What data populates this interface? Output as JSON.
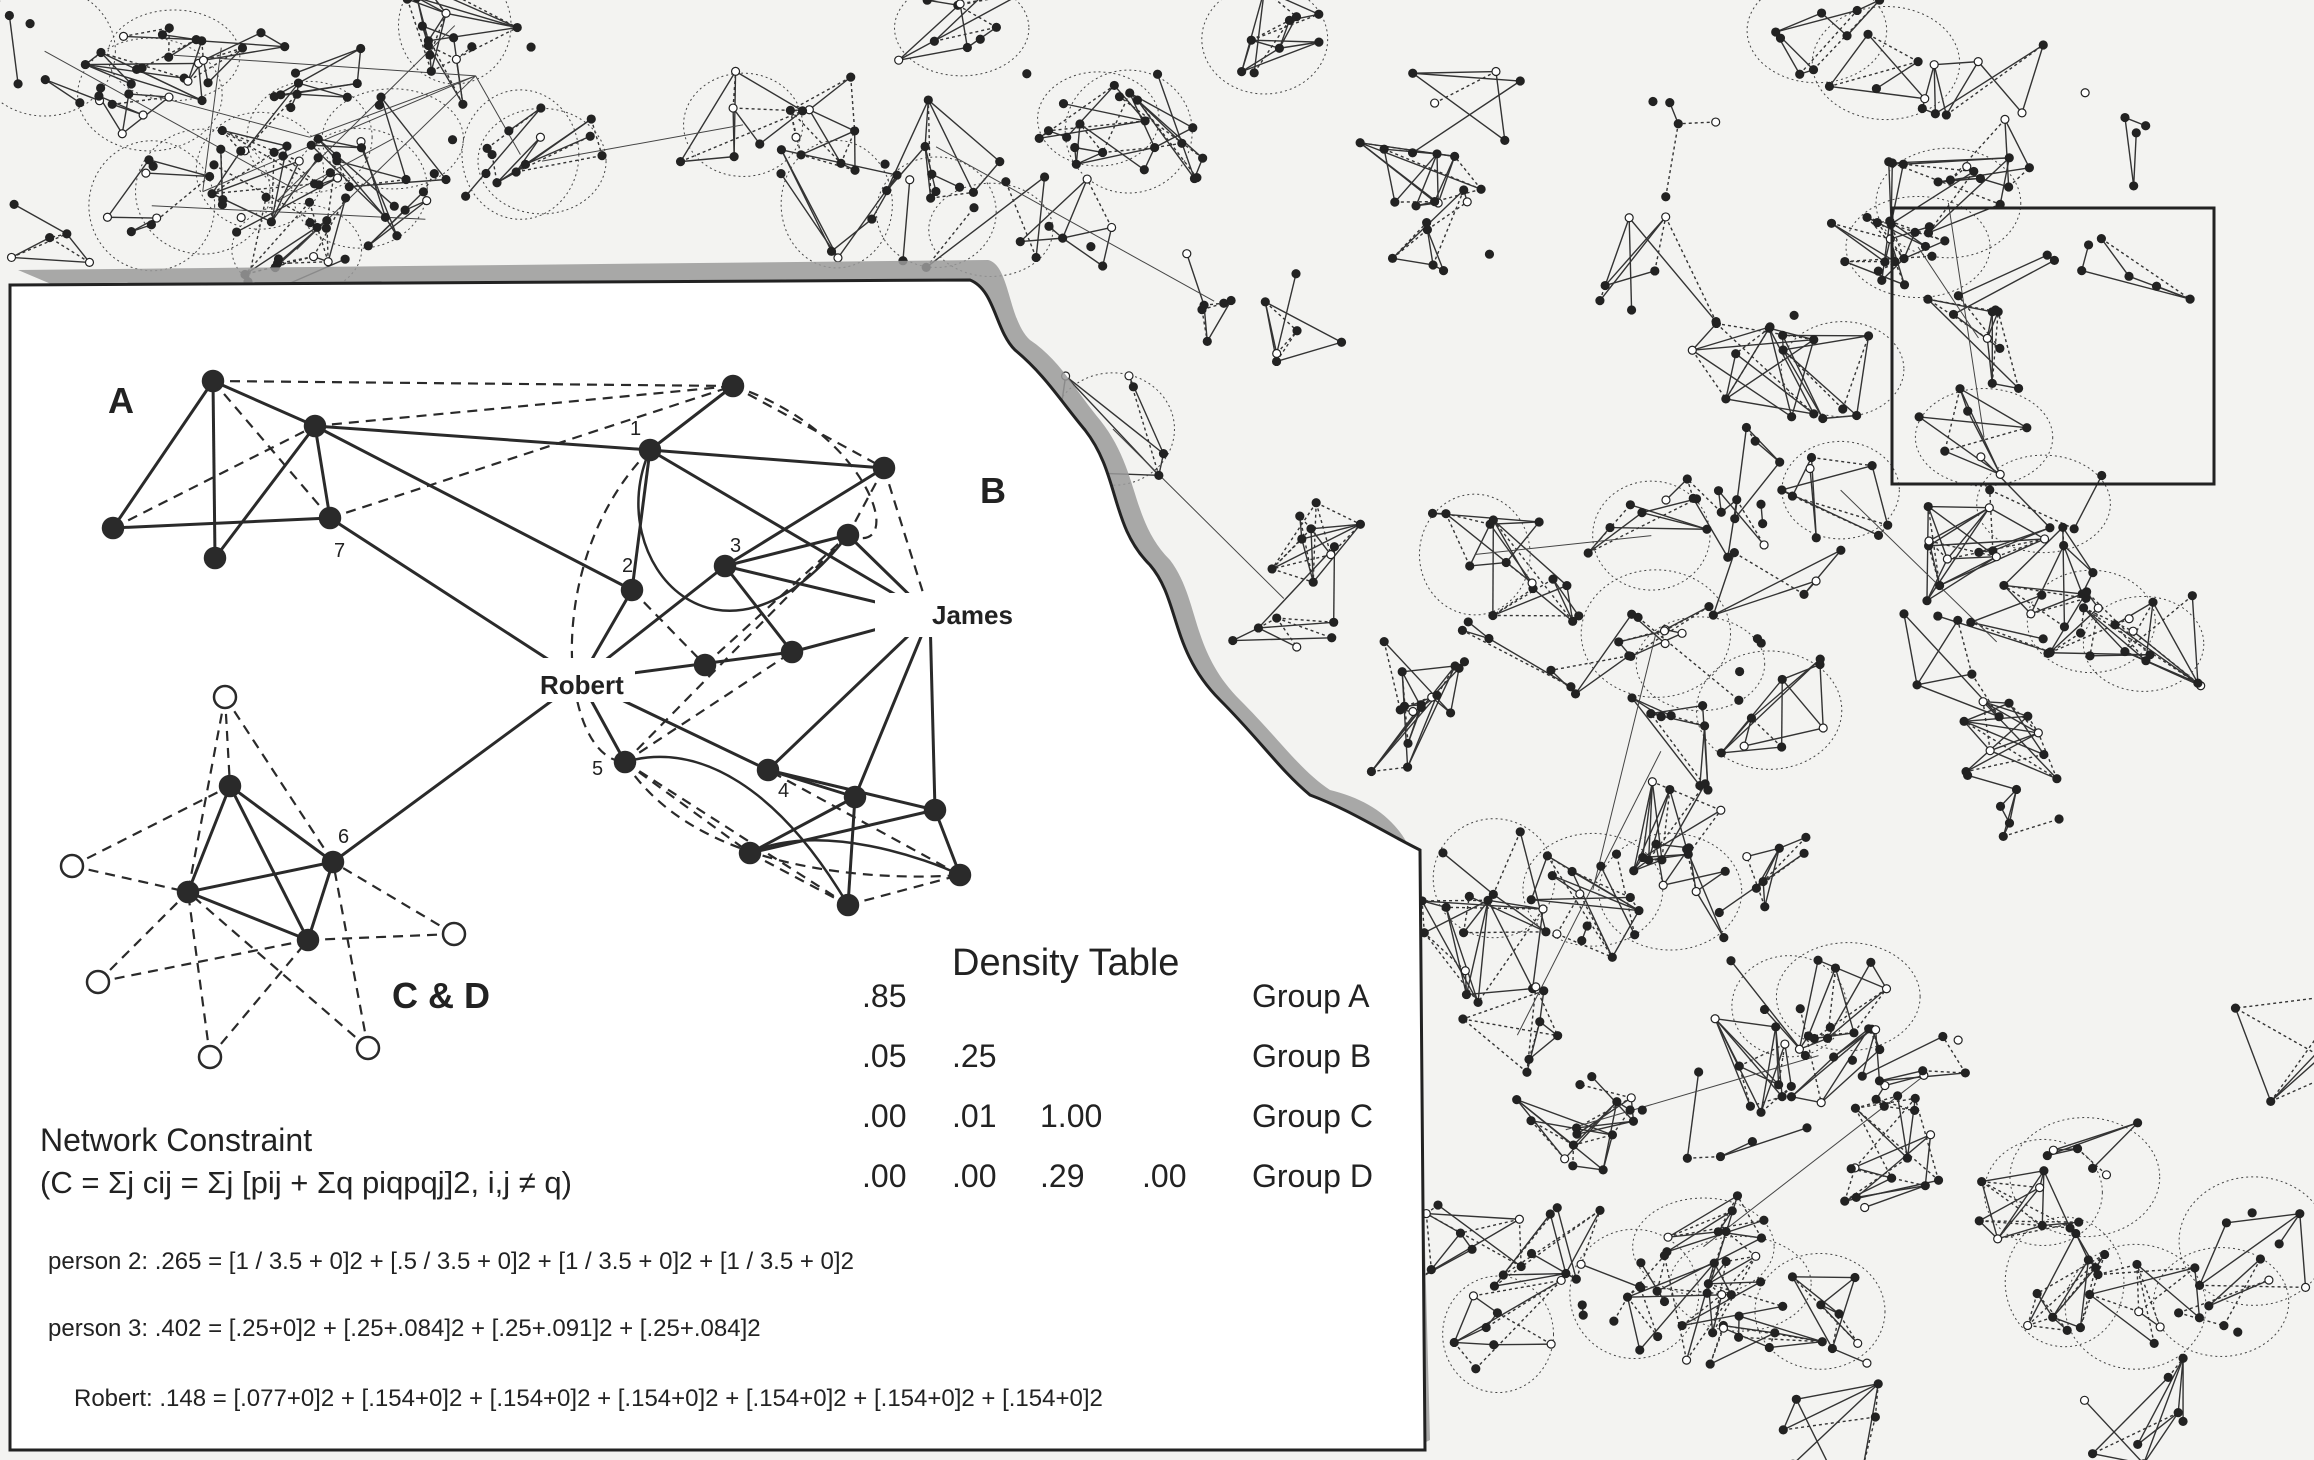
{
  "groups": {
    "a": "A",
    "b": "B",
    "cd": "C & D"
  },
  "nodes": {
    "n1": "1",
    "n2": "2",
    "n3": "3",
    "n4": "4",
    "n5": "5",
    "n6": "6",
    "n7": "7"
  },
  "names": {
    "robert": "Robert",
    "james": "James"
  },
  "density_table": {
    "title": "Density Table",
    "rows": [
      {
        "label": "Group A",
        "cells": [
          ".85"
        ]
      },
      {
        "label": "Group B",
        "cells": [
          ".05",
          ".25"
        ]
      },
      {
        "label": "Group C",
        "cells": [
          ".00",
          ".01",
          "1.00"
        ]
      },
      {
        "label": "Group D",
        "cells": [
          ".00",
          ".00",
          ".29",
          ".00"
        ]
      }
    ]
  },
  "network_constraint": {
    "title": "Network Constraint",
    "formula": "(C = Σj cij = Σj [pij + Σq piqpqj]2, i,j ≠ q)",
    "rows": [
      {
        "label": "person 2:",
        "expr": ".265 = [1 / 3.5 + 0]2 + [.5 / 3.5 + 0]2 + [1 / 3.5 + 0]2 + [1 / 3.5 + 0]2"
      },
      {
        "label": "person 3:",
        "expr": ".402 = [.25+0]2 + [.25+.084]2 + [.25+.091]2 + [.25+.084]2"
      },
      {
        "label": "Robert:",
        "expr": ".148 = [.077+0]2 + [.154+0]2 + [.154+0]2 + [.154+0]2 + [.154+0]2 + [.154+0]2 + [.154+0]2"
      }
    ]
  },
  "colors": {
    "ink": "#2a2a2a",
    "paper": "#f3f3f1",
    "panel": "#ffffff",
    "shadow": "#9a9a9a"
  }
}
